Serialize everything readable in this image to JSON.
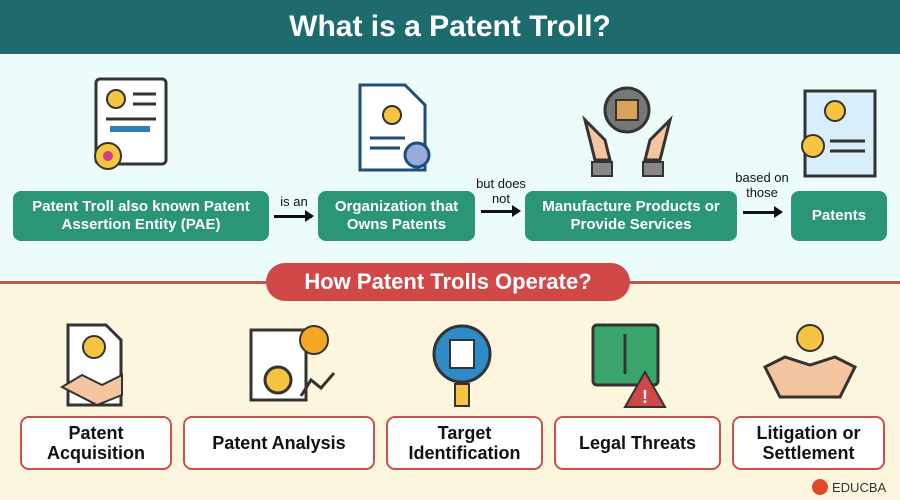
{
  "title": "What is a Patent Troll?",
  "definition": {
    "boxes": [
      "Patent Troll also known Patent Assertion Entity (PAE)",
      "Organization that Owns Patents",
      "Manufacture Products or Provide Services",
      "Patents"
    ],
    "connectors": [
      "is an",
      "but does not",
      "based on those"
    ]
  },
  "operate": {
    "title": "How Patent Trolls Operate?",
    "steps": [
      "Patent Acquisition",
      "Patent Analysis",
      "Target Identification",
      "Legal Threats",
      "Litigation or Settlement"
    ]
  },
  "logo": "EDUCBA",
  "colors": {
    "header": "#1d6b6e",
    "green": "#2a9577",
    "red": "#d04848"
  }
}
